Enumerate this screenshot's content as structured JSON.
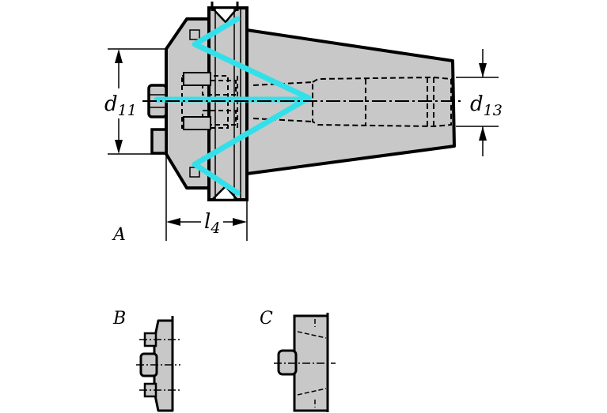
{
  "dimensions": {
    "d11": {
      "symbol": "d",
      "subscript": "11"
    },
    "d13": {
      "symbol": "d",
      "subscript": "13"
    },
    "l4": {
      "symbol": "l",
      "subscript": "4"
    }
  },
  "views": {
    "a": "A",
    "b": "B",
    "c": "C"
  },
  "colors": {
    "body_fill": "#c8c8c8",
    "outline": "#000000",
    "coolant_channel": "#33e0ea",
    "background": "#ffffff"
  }
}
